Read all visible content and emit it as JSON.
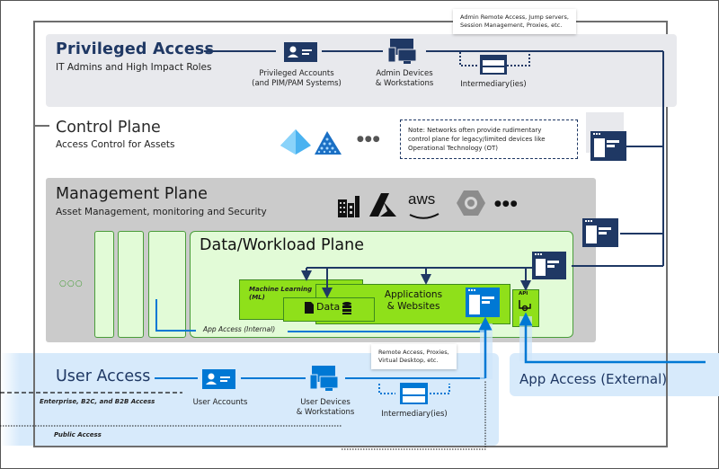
{
  "privileged_access": {
    "title": "Privileged Access",
    "subtitle": "IT Admins and High Impact Roles",
    "nodes": [
      {
        "icon": "account-card-icon",
        "label_line1": "Privileged Accounts",
        "label_line2": "(and PIM/PAM Systems)"
      },
      {
        "icon": "devices-icon",
        "label_line1": "Admin Devices",
        "label_line2": "& Workstations"
      },
      {
        "icon": "intermediary-window-icon",
        "label_line1": "Intermediary(ies)",
        "label_line2": ""
      }
    ],
    "callout_line1": "Admin Remote Access, Jump servers,",
    "callout_line2": "Session Management, Proxies, etc."
  },
  "control_plane": {
    "title": "Control Plane",
    "subtitle": "Access Control for Assets",
    "icons": [
      "azure-ad-icon",
      "active-directory-icon",
      "more-ellipsis-icon"
    ],
    "ellipsis": "●●●",
    "note_line1": "Note: Networks often provide rudimentary",
    "note_line2": "control plane for legacy/limited devices like",
    "note_line3": "Operational Technology (OT)"
  },
  "management_plane": {
    "title": "Management Plane",
    "subtitle": "Asset Management, monitoring and Security",
    "icons": [
      "on-premises-building-icon",
      "azure-icon",
      "aws-icon",
      "gcp-icon",
      "more-ellipsis-icon"
    ],
    "aws_text": "aws",
    "ellipsis": "●●●"
  },
  "data_workload_plane": {
    "title": "Data/Workload Plane",
    "more": "○○○",
    "ml_label_line1": "Machine Learning",
    "ml_label_line2": "(ML)",
    "data_label": "Data",
    "apps_label_line1": "Applications",
    "apps_label_line2": "& Websites",
    "api_label": "API",
    "app_access_internal": "App Access (Internal)"
  },
  "user_access": {
    "title": "User Access",
    "subtitle": "Enterprise, B2C, and B2B Access",
    "public_access": "Public Access",
    "nodes": [
      {
        "icon": "account-card-icon",
        "label_line1": "User Accounts",
        "label_line2": ""
      },
      {
        "icon": "devices-icon",
        "label_line1": "User Devices",
        "label_line2": "& Workstations"
      },
      {
        "icon": "intermediary-window-icon",
        "label_line1": "Intermediary(ies)",
        "label_line2": ""
      }
    ],
    "callout_line1": "Remote Access, Proxies,",
    "callout_line2": "Virtual Desktop, etc."
  },
  "app_access_external": {
    "title": "App Access (External)"
  },
  "colors": {
    "navy": "#1f3864",
    "blue": "#0078d4",
    "green_border": "#4a9c3a",
    "green_fill": "#8fe01a",
    "light_green": "#e2fbd7",
    "light_blue": "#d7eafb",
    "light_gray": "#e8e9ed",
    "mid_gray": "#cbcbcb"
  }
}
